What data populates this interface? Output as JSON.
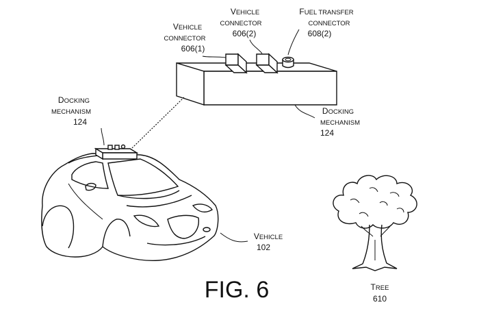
{
  "figure": {
    "caption": "FIG. 6"
  },
  "labels": {
    "vehicle_connector_1": {
      "cap": "V",
      "rest": "EHICLE",
      "line2": "CONNECTOR",
      "ref": "606(1)"
    },
    "vehicle_connector_2": {
      "cap": "V",
      "rest": "EHICLE",
      "line2": "CONNECTOR",
      "ref": "606(2)"
    },
    "fuel_transfer_connector": {
      "cap": "F",
      "rest": "UEL TRANSFER",
      "line2": "CONNECTOR",
      "ref": "608(2)"
    },
    "docking_mechanism_top": {
      "cap": "D",
      "rest": "OCKING",
      "line2": "MECHANISM",
      "ref": "124"
    },
    "docking_mechanism_side": {
      "cap": "D",
      "rest": "OCKING",
      "line2": "MECHANISM",
      "ref": "124"
    },
    "vehicle": {
      "cap": "V",
      "rest": "EHICLE",
      "ref": "102"
    },
    "tree": {
      "cap": "T",
      "rest": "REE",
      "ref": "610"
    }
  }
}
